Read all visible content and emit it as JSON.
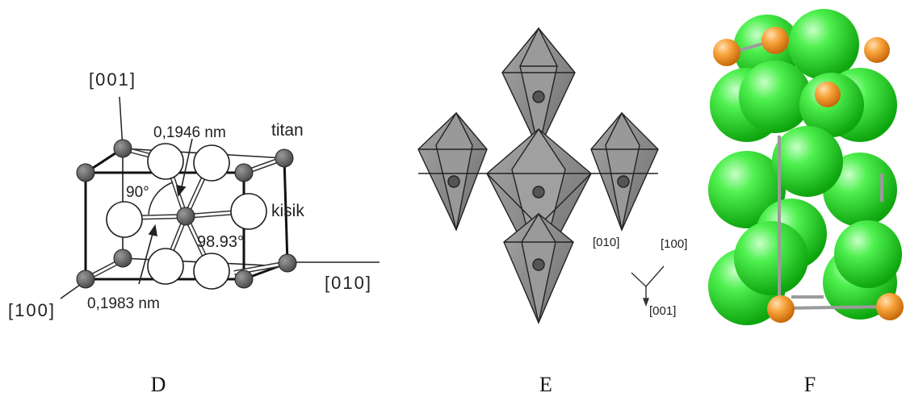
{
  "panel_d": {
    "axis_001": "[001]",
    "axis_010": "[010]",
    "axis_100": "[100]",
    "bond_short": "0,1946 nm",
    "bond_long": "0,1983 nm",
    "angle_90": "90°",
    "angle_98": "98.93°",
    "atom_titan": "titan",
    "atom_kisik": "kisik",
    "caption": "D"
  },
  "panel_e": {
    "axis_010": "[010]",
    "axis_100": "[100]",
    "axis_001": "[001]",
    "caption": "E"
  },
  "panel_f": {
    "caption": "F"
  },
  "colors": {
    "titanium_atom": "#6b6b6b",
    "oxygen_atom": "#ffffff",
    "octahedron": "#8c8c8c",
    "oxygen_sphere_green": "#3ee03e",
    "titanium_sphere_orange": "#f39a2a"
  }
}
